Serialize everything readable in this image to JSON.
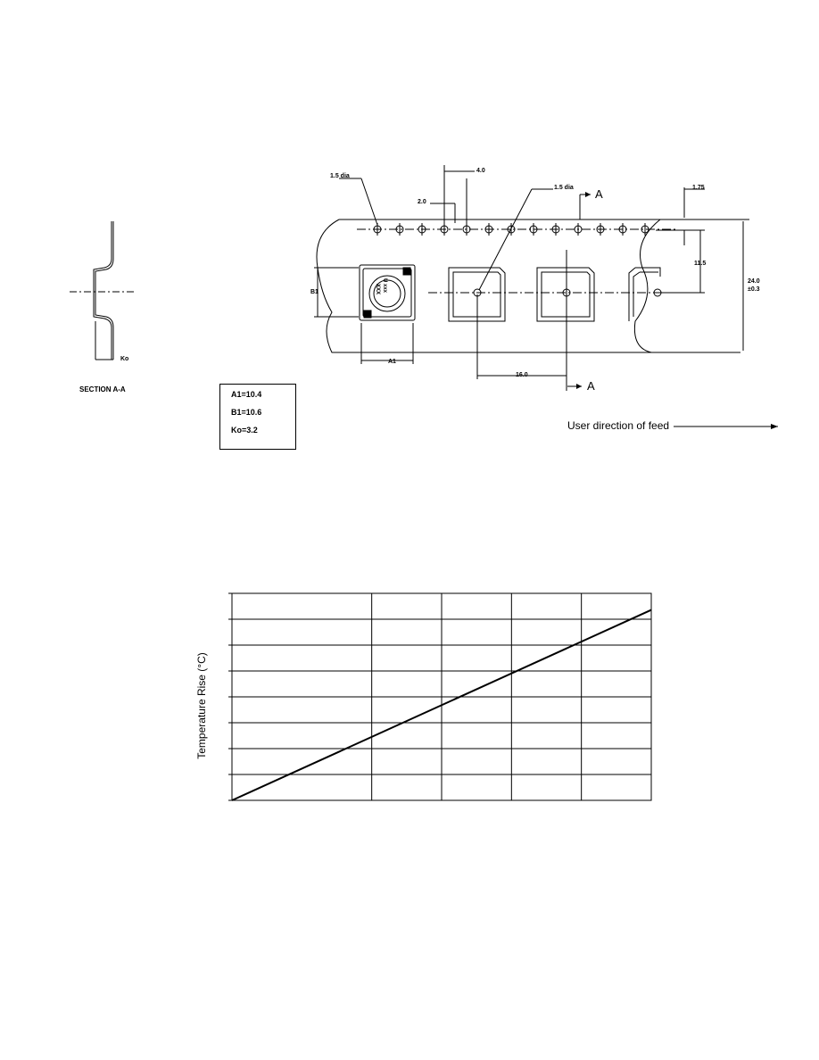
{
  "drawing": {
    "dims": {
      "sprocket_dia": "1.5 dia",
      "pitch_holes": "4.0",
      "offset": "2.0",
      "cavity_hole_dia": "1.5 dia",
      "edge": "1.75",
      "center_offset": "11.5",
      "width": "24.0",
      "width_tol": "±0.3",
      "cavity_pitch": "16.0",
      "a1": "A1",
      "b1": "B1",
      "ko": "Ko",
      "section_mark": "A"
    },
    "part_marking": {
      "line1": "U xxx",
      "line2": "XXX"
    },
    "section_title": "SECTION A-A",
    "feed_direction": "User direction of feed",
    "spec": {
      "a1": "A1=10.4",
      "b1": "B1=10.6",
      "ko": "Ko=3.2"
    }
  },
  "chart_data": {
    "type": "line",
    "title": "",
    "xlabel": "",
    "ylabel": "Temperature Rise (°C)",
    "grid": true,
    "series": [
      {
        "x": [
          0,
          1
        ],
        "y": [
          0,
          0.92
        ]
      }
    ],
    "xlim": [
      0,
      1
    ],
    "ylim": [
      0,
      1
    ]
  }
}
